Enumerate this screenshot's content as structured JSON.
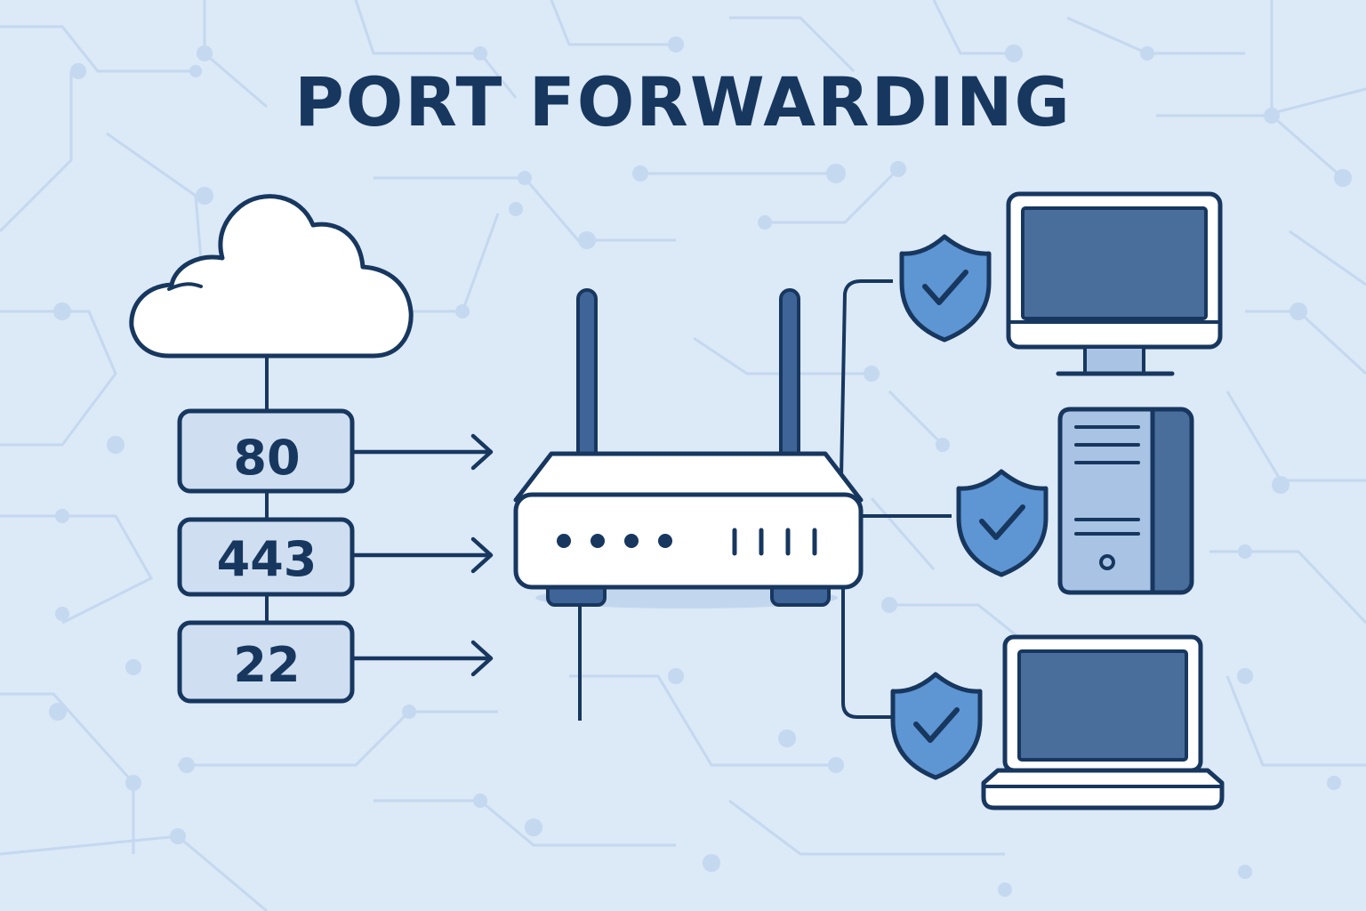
{
  "diagram": {
    "title": "PORT FORWARDING",
    "ports": [
      "80",
      "443",
      "22"
    ],
    "devices": [
      {
        "icon": "desktop-monitor-icon"
      },
      {
        "icon": "tower-server-icon"
      },
      {
        "icon": "laptop-icon"
      }
    ],
    "internet_icon": "cloud-icon",
    "router_icon": "router-icon",
    "security_icon": "shield-check-icon"
  },
  "colors": {
    "background": "#dce9f7",
    "outline": "#17375f",
    "box_fill": "#cfdff1",
    "screen_fill": "#4a6e9c",
    "shield_fill": "#5e95d3",
    "panel_light": "#a9c3e4",
    "white": "#ffffff"
  }
}
